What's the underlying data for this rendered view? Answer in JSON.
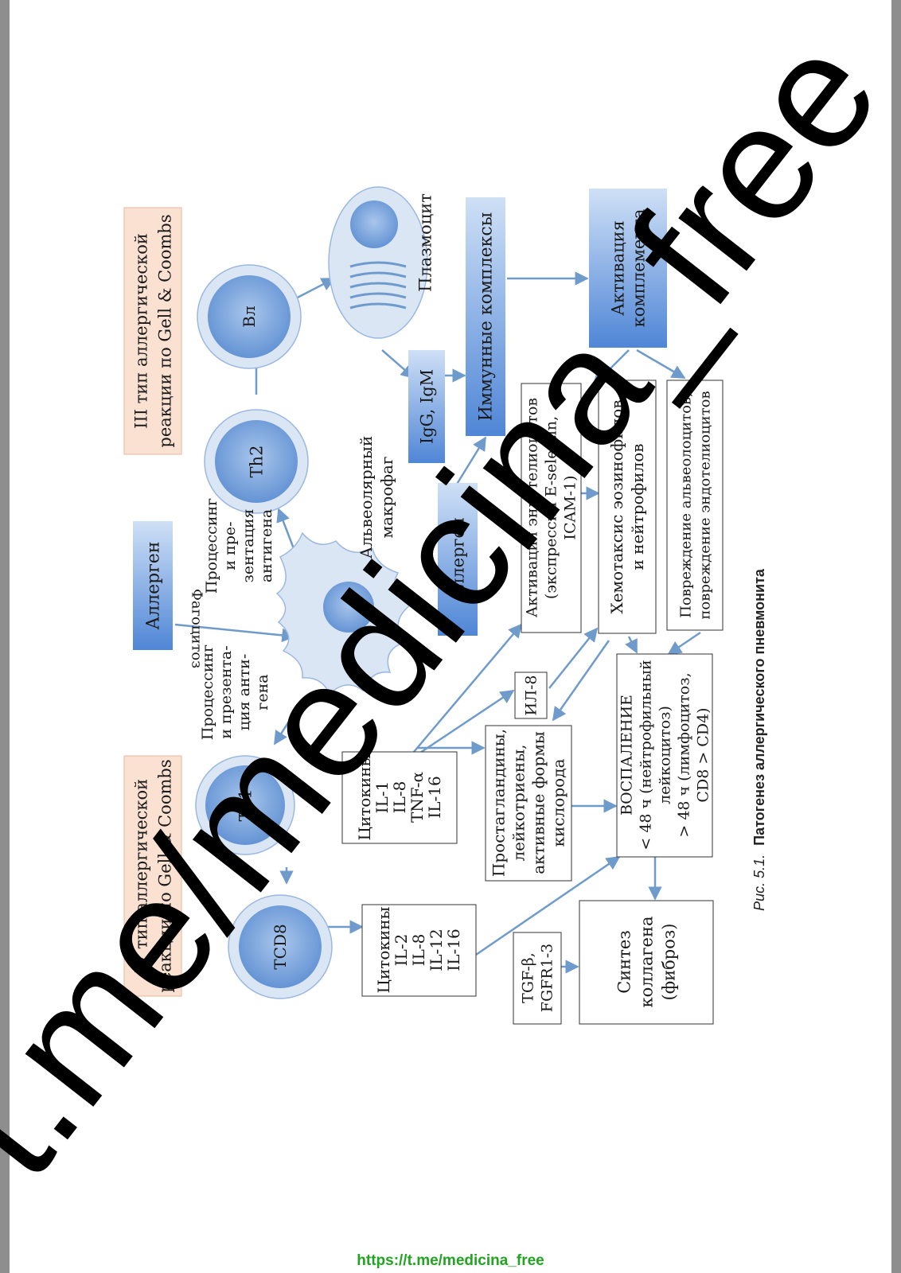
{
  "caption": {
    "prefix": "Рис. 5.1.",
    "title": "Патогенез аллергического пневмонита"
  },
  "type_iii": {
    "lines": [
      "III тип аллергической",
      "реакции по Gell & Coombs"
    ]
  },
  "type_iv": {
    "lines": [
      "IV тип аллергической",
      "реакции по Gell & Coombs"
    ]
  },
  "allergen_top": {
    "lines": [
      "Аллерген"
    ]
  },
  "allergen_2": {
    "lines": [
      "Аллерген"
    ]
  },
  "macrophage": {
    "lines": [
      "Альвеолярный",
      "макрофаг"
    ]
  },
  "phagocytosis": {
    "lines": [
      "Фагоцитоз"
    ]
  },
  "processing_th2": {
    "lines": [
      "Процессинг",
      "и пре-",
      "зентация",
      "антигена"
    ]
  },
  "processing_th1": {
    "lines": [
      "Процессинг",
      "и презента-",
      "ция анти-",
      "гена"
    ]
  },
  "th1": {
    "lines": [
      "Th1"
    ]
  },
  "th2": {
    "lines": [
      "Th2"
    ]
  },
  "b_cell": {
    "lines": [
      "Bл"
    ]
  },
  "tcd8": {
    "lines": [
      "TCD8"
    ]
  },
  "plasmocyte": {
    "lines": [
      "Плазмоцит"
    ]
  },
  "igg": {
    "lines": [
      "IgG, IgM"
    ]
  },
  "immune_complexes": {
    "lines": [
      "Иммунные комплексы"
    ]
  },
  "complement": {
    "lines": [
      "Активация",
      "комплемента"
    ]
  },
  "cytokines_th1": {
    "lines": [
      "Цитокины",
      "IL-1",
      "IL-8",
      "TNF-α",
      "IL-16"
    ]
  },
  "cytokines_tcd8": {
    "lines": [
      "Цитокины",
      "IL-2",
      "IL-8",
      "IL-12",
      "IL-16"
    ]
  },
  "il8": {
    "lines": [
      "ИЛ-8"
    ]
  },
  "endothelium": {
    "lines": [
      "Активация эндотелиоцитов",
      "(экспрессия E-selectin,",
      "ICAM-1)"
    ]
  },
  "chemotaxis": {
    "lines": [
      "Хемотаксис эозинофилов",
      "и нейтрофилов"
    ]
  },
  "damage": {
    "lines": [
      "Повреждение альвеолоцитов,",
      "повреждение эндотелиоцитов"
    ]
  },
  "prostaglandins": {
    "lines": [
      "Простагландины,",
      "лейкотриены,",
      "активные формы",
      "кислорода"
    ]
  },
  "inflammation": {
    "lines": [
      "ВОСПАЛЕНИЕ",
      "< 48 ч (нейтрофильный",
      "лейкоцитоз)",
      "> 48 ч (лимфоцитоз,",
      "CD8 > CD4)"
    ]
  },
  "collagen": {
    "lines": [
      "Синтез",
      "коллагена",
      "(фиброз)"
    ]
  },
  "tgf": {
    "lines": [
      "TGF-β,",
      "FGFR1-3"
    ]
  },
  "footer": {
    "link": "https://t.me/medicina_free"
  },
  "watermark": {
    "text": "t.me/medicina_free"
  },
  "colors": {
    "arrow": "#6f9bcc",
    "cell_outer": "#dbe6f5",
    "cell_inner": "#7fa7dd",
    "blue_box_light": "#cfe0f6",
    "blue_box_dark": "#4f86d6",
    "peach_box": "#fbe1d2",
    "peach_border": "#e6b9a0",
    "watermark": "#000000",
    "footer": "#22a322"
  }
}
